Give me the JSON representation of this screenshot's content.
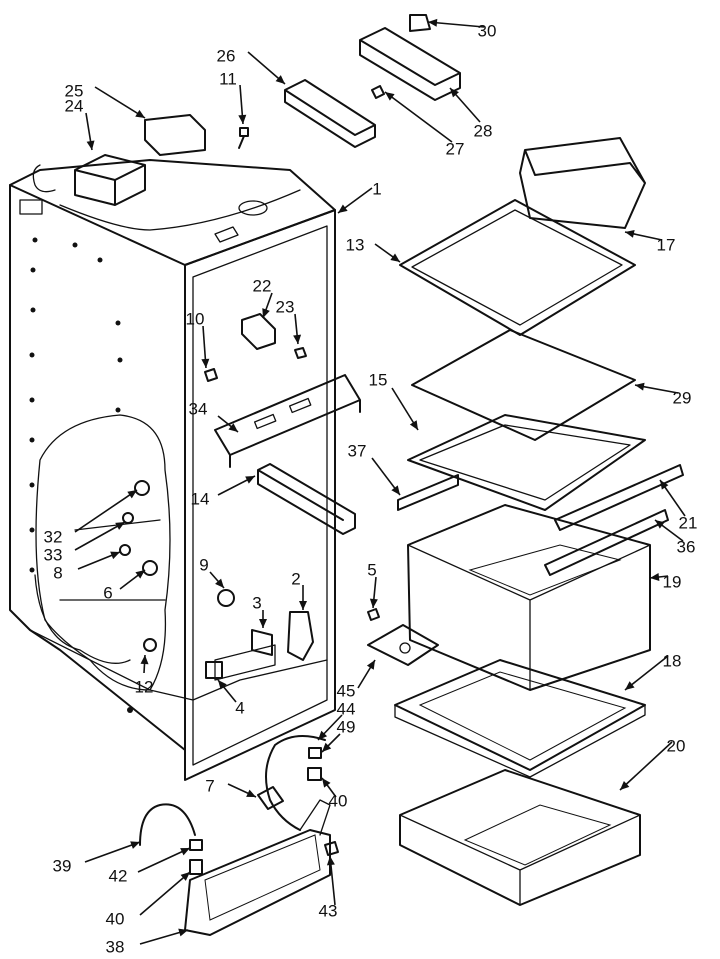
{
  "diagram": {
    "labels": [
      "1",
      "2",
      "3",
      "4",
      "5",
      "6",
      "7",
      "8",
      "9",
      "10",
      "11",
      "12",
      "13",
      "14",
      "15",
      "17",
      "18",
      "19",
      "20",
      "21",
      "22",
      "23",
      "24",
      "25",
      "26",
      "27",
      "28",
      "29",
      "30",
      "32",
      "33",
      "34",
      "36",
      "37",
      "38",
      "39",
      "40",
      "40",
      "42",
      "43",
      "44",
      "45",
      "49"
    ]
  }
}
